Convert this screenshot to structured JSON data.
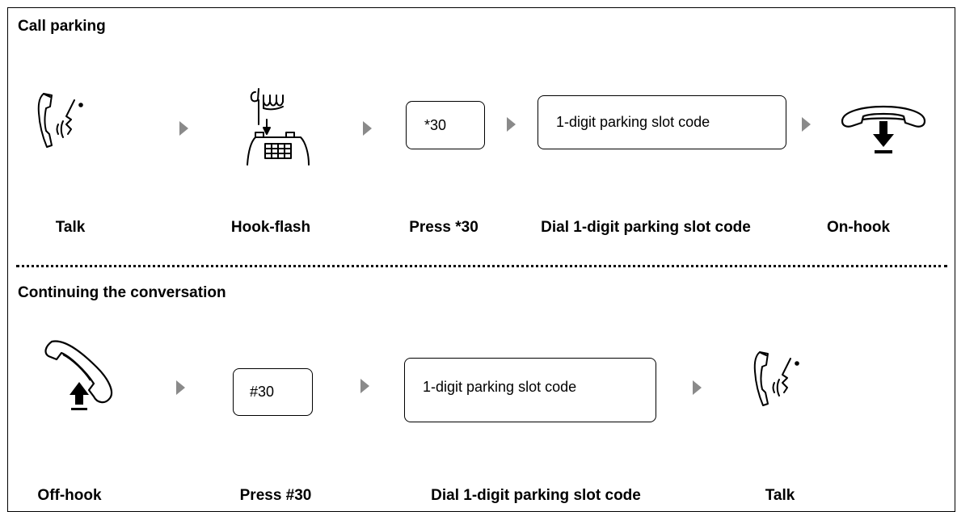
{
  "parking": {
    "title": "Call parking",
    "steps": {
      "talk": "Talk",
      "hookflash": "Hook-flash",
      "press": "Press *30",
      "dial": "Dial 1-digit parking slot code",
      "onhook": "On-hook"
    },
    "code_box": "*30",
    "slot_box": "1-digit parking slot code"
  },
  "continue": {
    "title": "Continuing the conversation",
    "steps": {
      "offhook": "Off-hook",
      "press": "Press #30",
      "dial": "Dial 1-digit parking slot code",
      "talk": "Talk"
    },
    "code_box": "#30",
    "slot_box": "1-digit parking slot code"
  },
  "icons": [
    "talk-icon",
    "hook-flash-icon",
    "on-hook-icon",
    "off-hook-icon"
  ],
  "colors": {
    "arrow": "#8a8a8a",
    "line": "#000000"
  }
}
